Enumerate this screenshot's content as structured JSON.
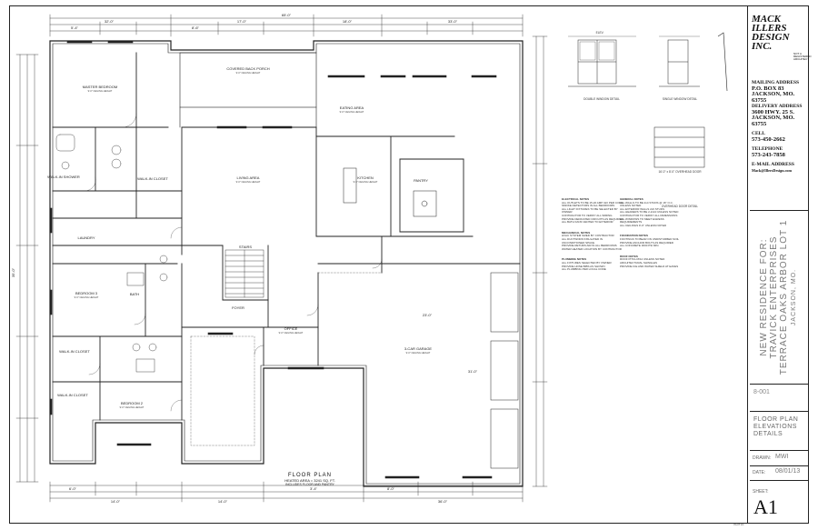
{
  "firm": {
    "logo_lines": [
      "MACK",
      "ILLERS",
      "DESIGN",
      "INC."
    ],
    "stamp": "NOT A REGISTERED ARCHITECT",
    "mailing_title": "MAILING ADDRESS",
    "mailing": [
      "P.O. BOX 83",
      "JACKSON, MO.",
      "63755"
    ],
    "delivery_title": "DELIVERY ADDRESS",
    "delivery": [
      "3600 HWY. 25 S.",
      "JACKSON, MO.",
      "63755"
    ],
    "cell_title": "CELL",
    "cell": "573-450-2662",
    "tel_title": "TELEPHONE",
    "tel": "573-243-7858",
    "email_title": "E-MAIL ADDRESS",
    "email": "Mack@IllersDesign.com"
  },
  "project": {
    "line1": "NEW RESIDENCE FOR:",
    "line2": "TRAVICK ENTERPRISES",
    "line3": "TERRACE OAKS ARBOR LOT 1",
    "line4": "JACKSON, MO."
  },
  "sheet": {
    "number": "8-001",
    "title_lines": [
      "FLOOR PLAN",
      "ELEVATIONS",
      "DETAILS"
    ],
    "drawn_label": "DRAWN:",
    "drawn": "MWI",
    "date_label": "DATE:",
    "date": "08/01/13",
    "sheet_label": "SHEET:",
    "sheet": "A1"
  },
  "floor_plan": {
    "title": "FLOOR PLAN",
    "area": "HEATED AREA = 3241 SQ. FT.",
    "note": "INCLUDES FLOOR AND PANTRY"
  },
  "rooms": [
    {
      "name": "MASTER BEDROOM",
      "sub": "9'-0\" CEILING HEIGHT"
    },
    {
      "name": "COVERED BACK PORCH",
      "sub": "9'-0\" CEILING HEIGHT"
    },
    {
      "name": "EATING AREA",
      "sub": "9'-0\" CEILING HEIGHT"
    },
    {
      "name": "LIVING AREA",
      "sub": "9'-0\" CEILING HEIGHT"
    },
    {
      "name": "KITCHEN",
      "sub": "9'-0\" CEILING HEIGHT"
    },
    {
      "name": "PANTRY",
      "sub": ""
    },
    {
      "name": "WALK-IN SHOWER",
      "sub": ""
    },
    {
      "name": "WALK-IN CLOSET",
      "sub": ""
    },
    {
      "name": "LAUNDRY",
      "sub": ""
    },
    {
      "name": "BEDROOM 3",
      "sub": "9'-0\" CEILING HEIGHT"
    },
    {
      "name": "WALK-IN CLOSET",
      "sub": ""
    },
    {
      "name": "BEDROOM 2",
      "sub": "9'-0\" CEILING HEIGHT"
    },
    {
      "name": "WALK-IN CLOSET",
      "sub": ""
    },
    {
      "name": "FOYER",
      "sub": ""
    },
    {
      "name": "OFFICE",
      "sub": "9'-0\" CEILING HEIGHT"
    },
    {
      "name": "3-CAR GARAGE",
      "sub": "9'-0\" CEILING HEIGHT"
    },
    {
      "name": "BATH",
      "sub": ""
    },
    {
      "name": "STAIRS",
      "sub": ""
    }
  ],
  "dims": {
    "top_overall": "65'-0\"",
    "top_a": "32'-0\"",
    "top_b": "17'-0\"",
    "top_c": "18'-0\"",
    "top_d": "33'-0\"",
    "top_e": "5'-4\"",
    "top_f": "8'-6\"",
    "bottom_a": "14'-0\"",
    "bottom_b": "14'-0\"",
    "bottom_c": "36'-0\"",
    "bottom_d": "6'-0\"",
    "bottom_e": "8'-0\"",
    "bottom_f": "3'-4\"",
    "left_a": "35'-0\"",
    "garage_w": "23'-0\"",
    "garage_h": "31'-0\""
  },
  "details": {
    "window1": "DOUBLE WINDOW DETAIL",
    "window2": "SINGLE WINDOW DETAIL",
    "garage_door": "OVERHEAD DOOR DETAIL",
    "elev_label": "ELEV.",
    "door_sub": "16'-0\" x 8'-0\" OVERHEAD DOOR"
  },
  "notes_col1_title": "ELECTRICAL NOTES",
  "notes_col1": [
    "ALL OUTLETS TO BE 15-20 AMP GFI PER CODE",
    "SMOKE DETECTORS IN ALL BEDROOMS",
    "ALL LIGHT FIXTURES TO BE SELECTED BY OWNER",
    "CONTRACTOR TO VERIFY ALL WIRING",
    "PROVIDE DEDICATED CIRCUITS AS REQUIRED",
    "ALL BATH FANS VENTED TO EXTERIOR"
  ],
  "notes_col1b_title": "MECHANICAL NOTES",
  "notes_col1b": [
    "HVAC SYSTEM SIZED BY CONTRACTOR",
    "ALL DUCTWORK INSULATED IN UNCONDITIONED SPACE",
    "PROVIDE RETURN AIR IN ALL BEDROOMS",
    "WATER HEATER LOCATION BY CONTRACTOR"
  ],
  "notes_col1c_title": "PLUMBING NOTES",
  "notes_col1c": [
    "ALL FIXTURES SELECTED BY OWNER",
    "PROVIDE HOSE BIBS AS SHOWN",
    "ALL PLUMBING PER LOCAL CODE"
  ],
  "notes_col2_title": "GENERAL NOTES",
  "notes_col2": [
    "ALL WALLS TO BE 2x4 STUDS @ 16\" O.C. UNLESS NOTED",
    "ALL EXTERIOR WALLS 2x6 STUDS",
    "ALL HEADERS TO BE 2-2x10 UNLESS NOTED",
    "CONTRACTOR TO VERIFY ALL DIMENSIONS",
    "ALL WINDOWS TO MEET EGRESS REQUIREMENTS",
    "ALL CEILINGS 9'-0\" UNLESS NOTED"
  ],
  "notes_col2b_title": "FOUNDATION NOTES",
  "notes_col2b": [
    "FOOTINGS TO BEAR ON UNDISTURBED SOIL",
    "PROVIDE ANCHOR BOLTS AS REQUIRED",
    "ALL CONCRETE 3000 PSI MIN."
  ],
  "notes_col2c_title": "ROOF NOTES",
  "notes_col2c": [
    "ROOF PITCH 8/12 UNLESS NOTED",
    "ARCHITECTURAL SHINGLES",
    "PROVIDE ICE AND WATER SHIELD AT EAVES"
  ],
  "plot_stamp": "PLOT 1/1"
}
